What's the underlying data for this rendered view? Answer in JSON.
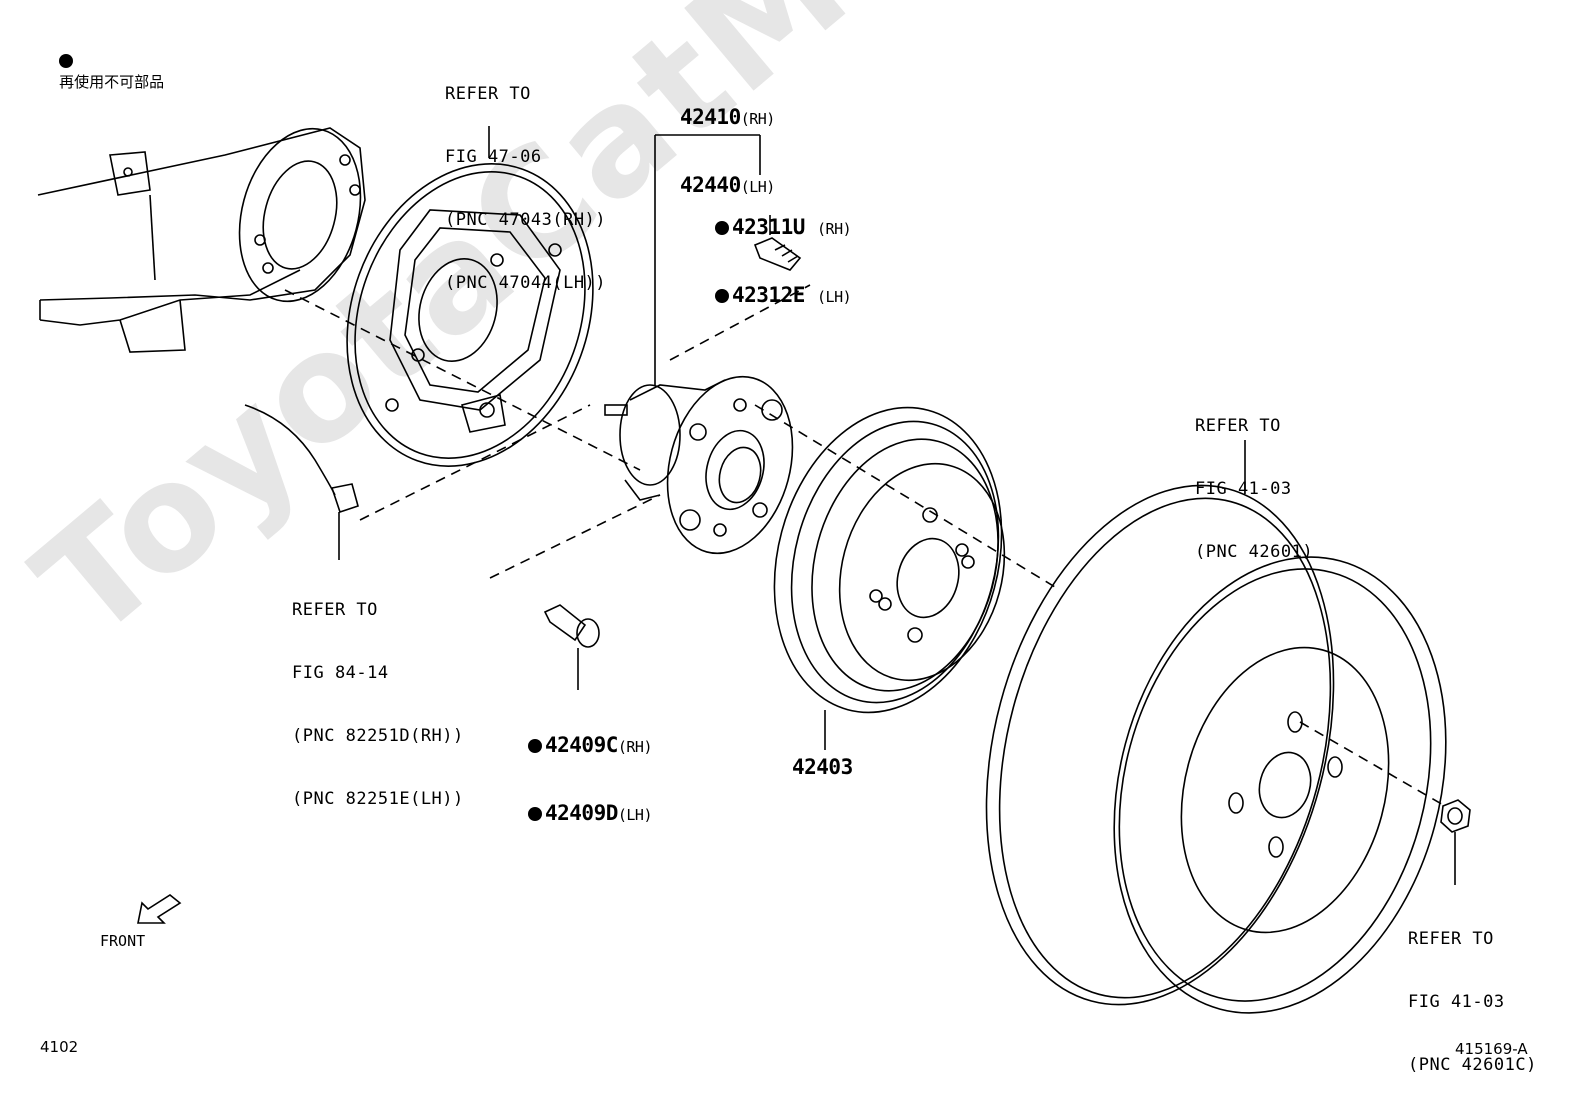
{
  "legend": {
    "symbol": "●",
    "text": "再使用不可部品"
  },
  "watermark": "ToyotaCatMine.ru",
  "callouts": {
    "backing_plate_ref": [
      "REFER TO",
      "FIG 47-06",
      "(PNC 47043(RH))",
      "(PNC 47044(LH))"
    ],
    "hub_assy": {
      "line1_num": "42410",
      "line1_side": "(RH)",
      "line2_num": "42440",
      "line2_side": "(LH)"
    },
    "hub_bolt": {
      "line1_num": "42311U",
      "line1_side": "(RH)",
      "line2_num": "42312E",
      "line2_side": "(LH)"
    },
    "sensor_ref": [
      "REFER TO",
      "FIG 84-14",
      "(PNC 82251D(RH))",
      "(PNC 82251E(LH))"
    ],
    "hub_mount_bolt": {
      "line1_num": "42409C",
      "line1_side": "(RH)",
      "line2_num": "42409D",
      "line2_side": "(LH)"
    },
    "drum": "42403",
    "wheel_ref": [
      "REFER TO",
      "FIG 41-03",
      "(PNC 42601)"
    ],
    "nut_ref": [
      "REFER TO",
      "FIG 41-03",
      "(PNC 42601C)"
    ]
  },
  "front_label": "FRONT",
  "page_number": "4102",
  "figure_id": "415169-A"
}
